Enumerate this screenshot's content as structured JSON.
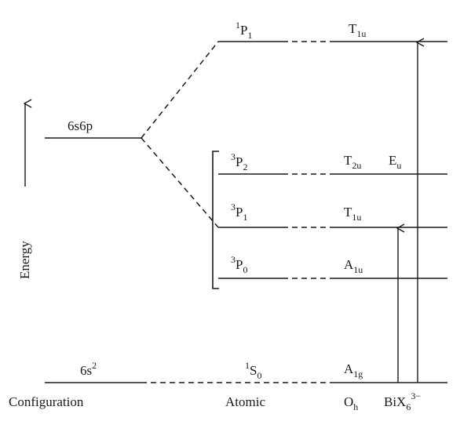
{
  "axis": {
    "energy_label": "Energy"
  },
  "configuration": {
    "excited": {
      "label": "6s6p"
    },
    "ground": {
      "base": "6s",
      "sup": "2"
    }
  },
  "atomic": {
    "P1_singlet": {
      "sup": "1",
      "base": "P",
      "sub": "1"
    },
    "P2_triplet": {
      "sup": "3",
      "base": "P",
      "sub": "2"
    },
    "P1_triplet": {
      "sup": "3",
      "base": "P",
      "sub": "1"
    },
    "P0_triplet": {
      "sup": "3",
      "base": "P",
      "sub": "0"
    },
    "S0_singlet": {
      "sup": "1",
      "base": "S",
      "sub": "0"
    }
  },
  "oh": {
    "T1u_upper": {
      "base": "T",
      "sub": "1u"
    },
    "T2u": {
      "base": "T",
      "sub": "2u"
    },
    "Eu": {
      "base": "E",
      "sub": "u"
    },
    "T1u_lower": {
      "base": "T",
      "sub": "1u"
    },
    "A1u": {
      "base": "A",
      "sub": "1u"
    },
    "A1g": {
      "base": "A",
      "sub": "1g"
    }
  },
  "columns": {
    "configuration": "Configuration",
    "atomic": "Atomic",
    "oh": {
      "base": "O",
      "sub": "h"
    },
    "complex": {
      "base": "BiX",
      "sub": "6",
      "sup": "3−"
    }
  }
}
